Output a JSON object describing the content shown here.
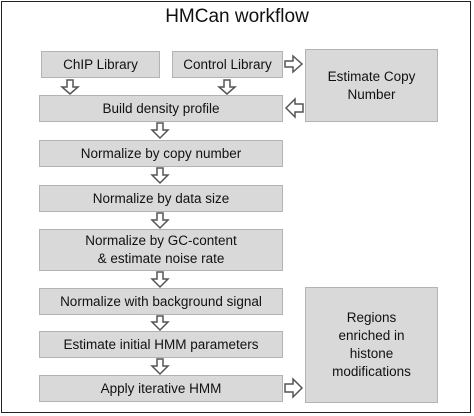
{
  "title": "HMCan workflow",
  "inputs": {
    "chip_library": "ChIP Library",
    "control_library": "Control Library"
  },
  "steps": [
    "Build density profile",
    "Normalize by copy number",
    "Normalize by data size",
    "Normalize by GC-content\n& estimate noise rate",
    "Normalize with background signal",
    "Estimate initial HMM parameters",
    "Apply iterative HMM"
  ],
  "side_boxes": {
    "estimate_copy_number": "Estimate Copy\nNumber",
    "output": "Regions\nenriched in\nhistone\nmodifications"
  }
}
